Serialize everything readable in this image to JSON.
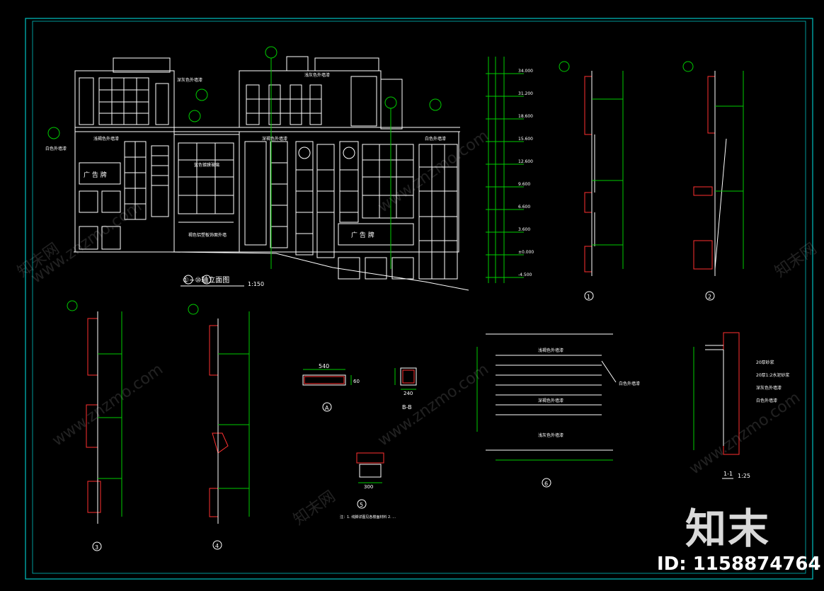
{
  "drawing": {
    "elevation_title": "①~⑩轴立面图",
    "elevation_scale": "1:150",
    "level_marks": [
      "34.000",
      "31.200",
      "18.600",
      "15.600",
      "12.600",
      "9.600",
      "6.600",
      "3.600",
      "±0.000",
      "-4.500"
    ],
    "building_labels": {
      "ad_1": "广 告 牌",
      "ad_2": "广    告    牌",
      "paint_1": "浅褐色外墙漆",
      "paint_2": "深褐色外墙漆",
      "paint_3": "白色外墙漆",
      "paint_4": "深灰色外墙漆",
      "paint_5": "浅灰色外墙漆",
      "glass": "蓝色镀膜玻璃",
      "note_bottom": "褐色铝塑板饰面外墙",
      "note_left": "白色外墙漆"
    },
    "section_1_label": "1",
    "section_2_label": "2",
    "section_3_label": "3",
    "section_4_label": "4",
    "detail_a_label": "A",
    "detail_a_dim": "540",
    "detail_a_side": "60",
    "detail_bb_label": "B-B",
    "detail_bb_dim": "240",
    "detail_5_label": "5",
    "detail_5_dim": "300",
    "detail_6_label": "6",
    "detail_11_label": "1-1",
    "detail_11_scale": "1:25",
    "notes_line1": "注：1. 线脚详图见各楼面材料 2. ...",
    "panel_labels": [
      "浅褐色外墙漆",
      "深褐色外墙漆",
      "浅灰色外墙漆"
    ],
    "panel_callout": "白色外墙漆",
    "detail_11_notes": [
      "20厚砂浆",
      "20厚1:2水泥砂浆",
      "深灰色外墙漆",
      "白色外墙漆"
    ]
  },
  "watermark": {
    "site": "www.znzmo.com",
    "brand_cn": "知末网",
    "logo": "知末",
    "id_text": "ID: 1158874764"
  },
  "colors": {
    "background": "#000000",
    "frame": "#00c0c0",
    "lines": "#ffffff",
    "dims": "#00cc00",
    "marks": "#ffff00",
    "accent": "#ff3030"
  }
}
